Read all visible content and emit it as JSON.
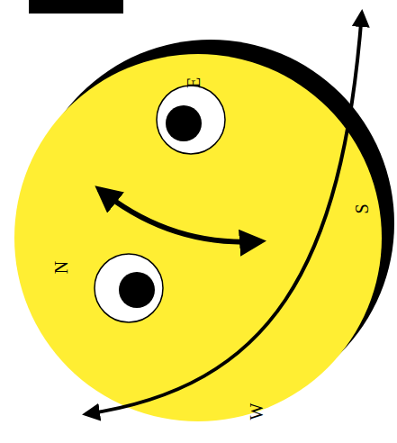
{
  "diagram": {
    "labels": [
      "E",
      "N",
      "S",
      "W"
    ]
  }
}
